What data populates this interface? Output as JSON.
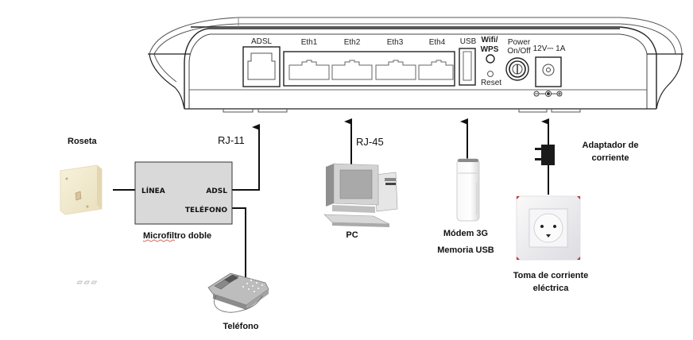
{
  "router": {
    "ports": {
      "adsl": "ADSL",
      "eth1": "Eth1",
      "eth2": "Eth2",
      "eth3": "Eth3",
      "eth4": "Eth4",
      "usb": "USB",
      "wifi_line1": "Wifi/",
      "wifi_line2": "WPS",
      "reset": "Reset",
      "power_line1": "Power",
      "power_line2": "On/Off",
      "dc_rating": "12V⎓ 1A"
    }
  },
  "connections": {
    "rj11": "RJ-11",
    "rj45": "RJ-45"
  },
  "devices": {
    "roseta": "Roseta",
    "microfiltro": {
      "title": "Microfiltro doble",
      "linea": "LÍNEA",
      "adsl": "ADSL",
      "telefono": "TELÉFONO"
    },
    "telefono": "Teléfono",
    "pc": "PC",
    "modem_3g": "Módem 3G",
    "memoria_usb": "Memoria USB",
    "adaptador_line1": "Adaptador de",
    "adaptador_line2": "corriente",
    "toma_line1": "Toma de corriente",
    "toma_line2": "eléctrica"
  },
  "colors": {
    "line": "#111111",
    "filter_fill": "#d9d9d9",
    "roseta_fill": "#f3ecd0",
    "socket_fill": "#f4f4f6",
    "socket_corner": "#c0392b"
  }
}
